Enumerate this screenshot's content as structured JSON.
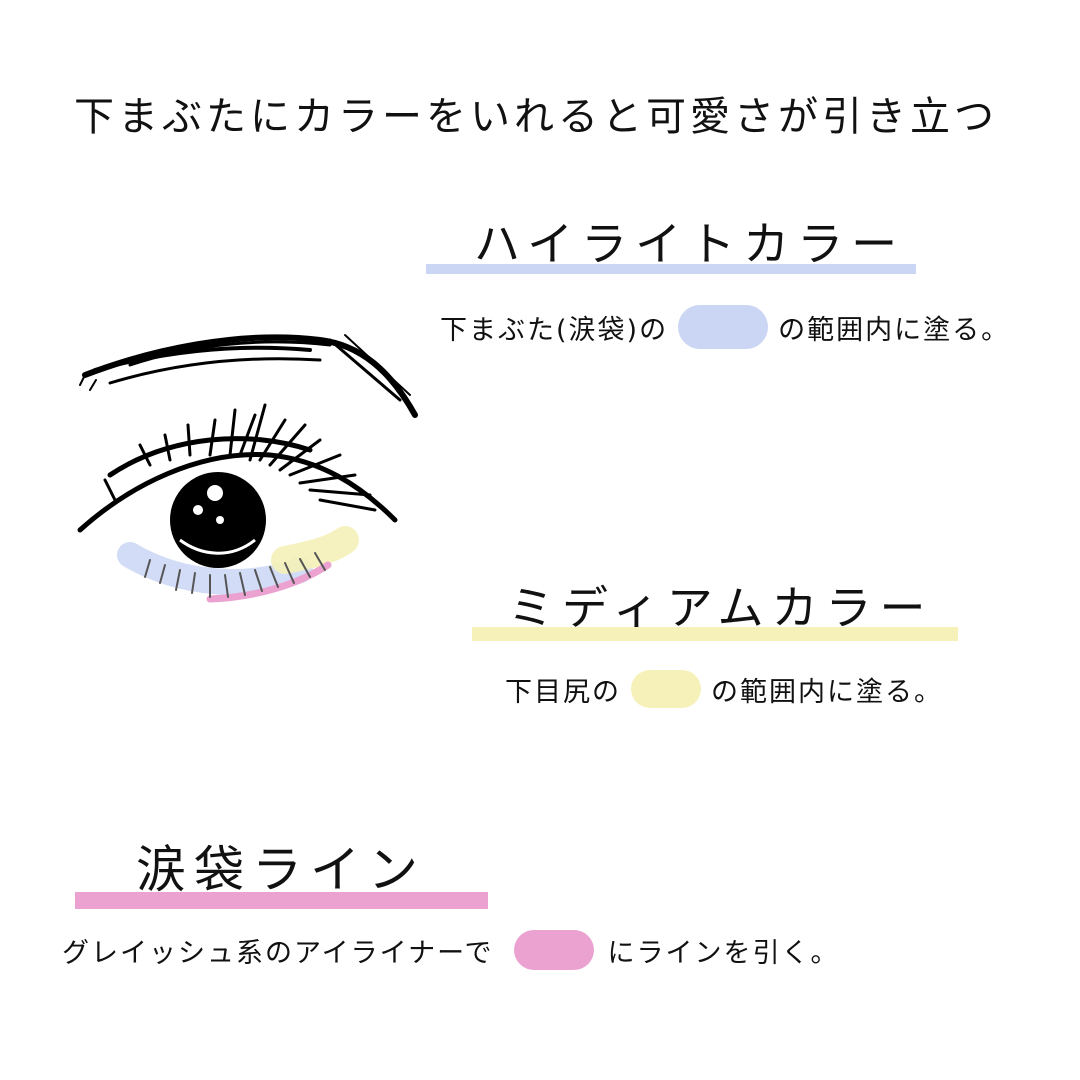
{
  "title": "下まぶたにカラーをいれると可愛さが引き立つ",
  "colors": {
    "highlight": "#cad6f4",
    "medium": "#f5f1b8",
    "line": "#eba2d1"
  },
  "sections": [
    {
      "heading": "ハイライトカラー",
      "desc_before": "下まぶた(涙袋)の",
      "desc_after": "の範囲内に塗る。"
    },
    {
      "heading": "ミディアムカラー",
      "desc_before": "下目尻の",
      "desc_after": "の範囲内に塗る。"
    },
    {
      "heading": "涙袋ライン",
      "desc_before": "グレイッシュ系のアイライナーで",
      "desc_after": "にラインを引く。"
    }
  ],
  "illustration": {
    "icon": "eye-illustration-icon"
  }
}
